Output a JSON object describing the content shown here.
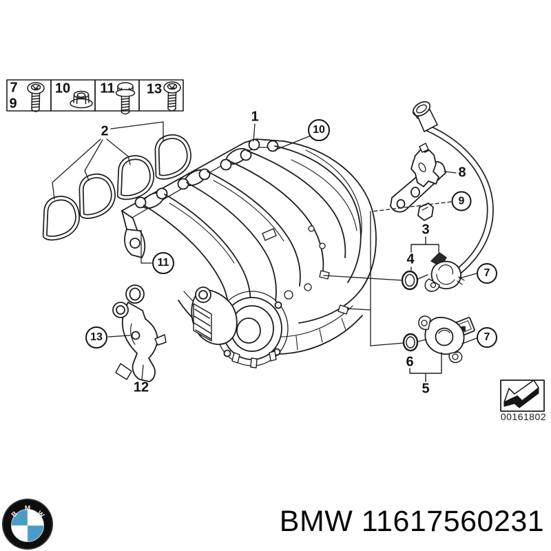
{
  "page": {
    "background": "#ffffff"
  },
  "legend": {
    "cells": [
      {
        "labels": [
          "7",
          "9"
        ],
        "icon": "torx-screw"
      },
      {
        "labels": [
          "10"
        ],
        "icon": "flange-nut"
      },
      {
        "labels": [
          "11"
        ],
        "icon": "hex-flange-bolt"
      },
      {
        "labels": [
          "13"
        ],
        "icon": "torx-screw"
      }
    ]
  },
  "callouts": {
    "plain": [
      {
        "label": "1"
      },
      {
        "label": "2"
      },
      {
        "label": "3"
      },
      {
        "label": "4"
      },
      {
        "label": "5"
      },
      {
        "label": "6"
      },
      {
        "label": "8"
      },
      {
        "label": "12"
      }
    ],
    "circled": [
      {
        "label": "10"
      },
      {
        "label": "11"
      },
      {
        "label": "9"
      },
      {
        "label": "7"
      },
      {
        "label": "7"
      },
      {
        "label": "13"
      }
    ]
  },
  "stamp": {
    "code": "00161802",
    "icon": "direction-arrow"
  },
  "footer": {
    "text": "BMW 11617560231",
    "roundel_letters": [
      "B",
      "M",
      "W"
    ]
  },
  "colors": {
    "line": "#1c1c1c",
    "bmw_blue": "#4a9bc8",
    "bmw_black": "#0d0d0d"
  }
}
